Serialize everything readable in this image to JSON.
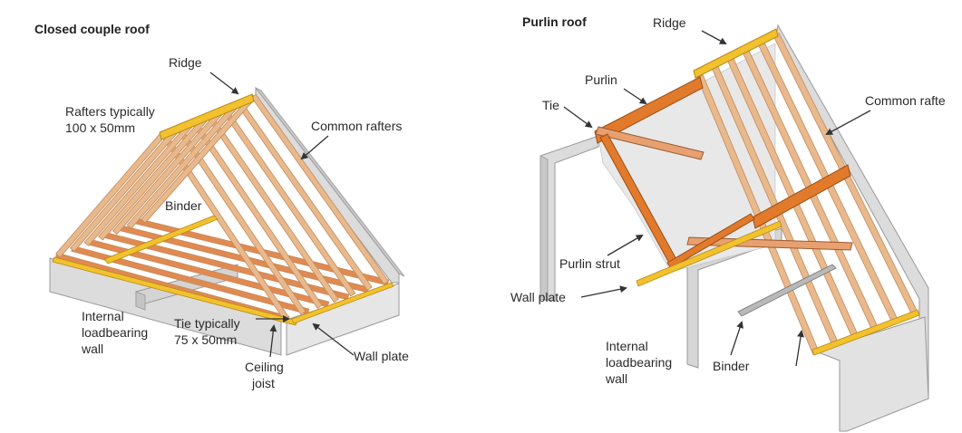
{
  "left": {
    "title": "Closed couple roof",
    "labels": {
      "ridge": "Ridge",
      "rafters_line1": "Rafters typically",
      "rafters_line2": "100 x 50mm",
      "common_rafters": "Common rafters",
      "binder": "Binder",
      "internal_line1": "Internal",
      "internal_line2": "loadbearing",
      "internal_line3": "wall",
      "tie_line1": "Tie typically",
      "tie_line2": "75 x 50mm",
      "ceiling_line1": "Ceiling",
      "ceiling_line2": "joist",
      "wall_plate": "Wall plate"
    }
  },
  "right": {
    "title": "Purlin roof",
    "labels": {
      "ridge": "Ridge",
      "purlin": "Purlin",
      "tie": "Tie",
      "common_rafters": "Common rafte",
      "purlin_strut": "Purlin strut",
      "wall_plate": "Wall plate",
      "internal_line1": "Internal",
      "internal_line2": "loadbearing",
      "internal_line3": "wall",
      "binder": "Binder"
    }
  },
  "colors": {
    "timber": "#e8b98c",
    "timber_edge": "#c48a5a",
    "tie_timber": "#e08a52",
    "purlin": "#e27a2c",
    "ridge": "#f2c12e",
    "wall": "#dcdcdc",
    "wall_dark": "#b8b8b8",
    "text": "#2a2a2a"
  }
}
